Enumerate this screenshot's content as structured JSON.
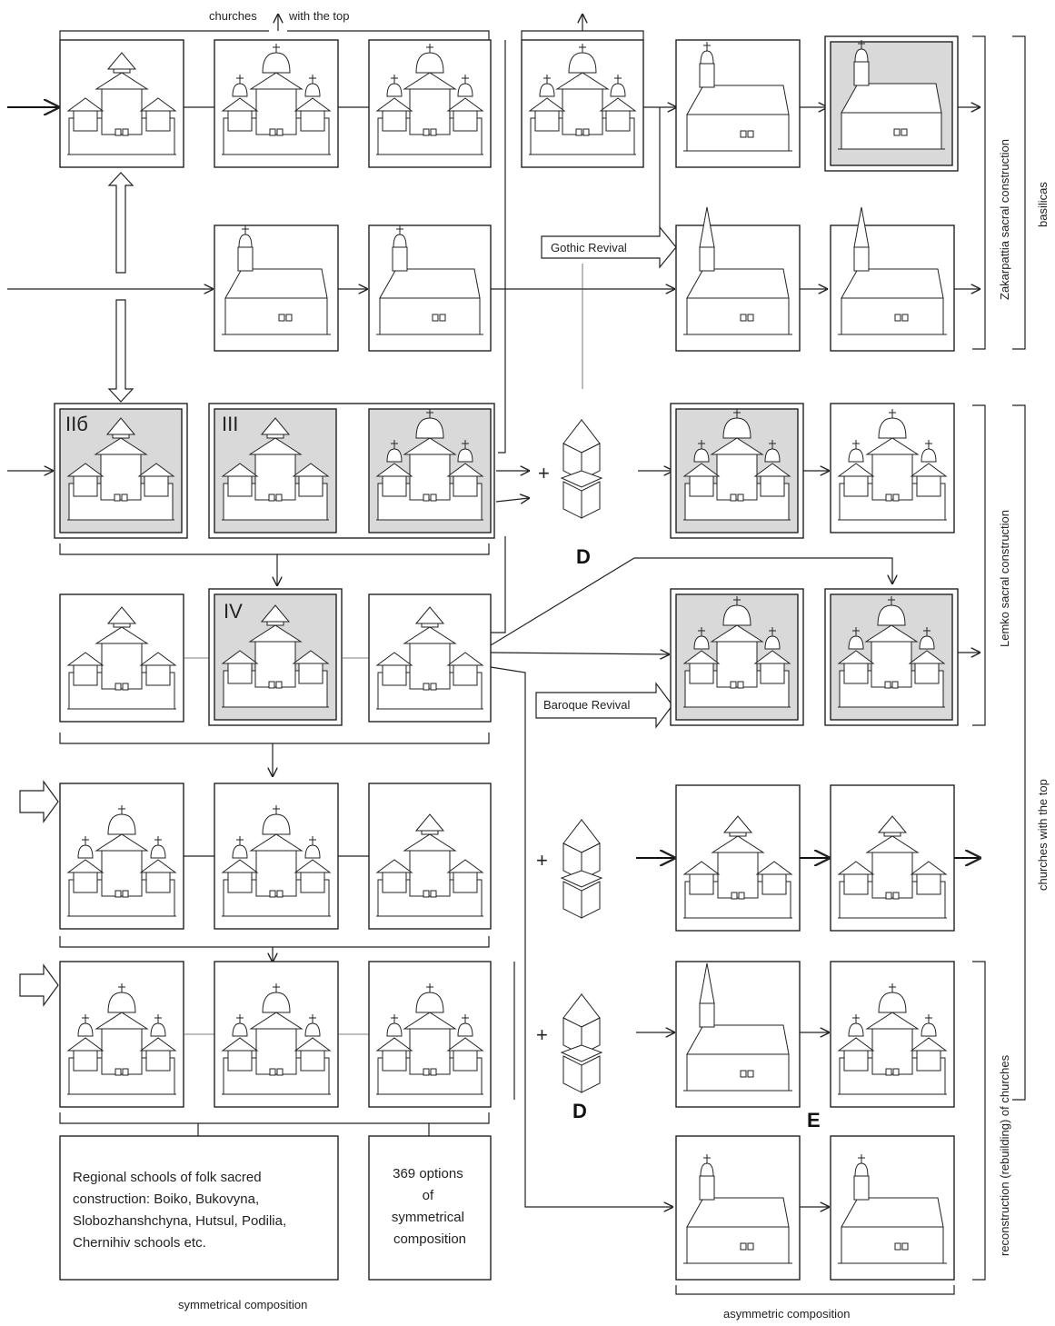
{
  "labels": {
    "top_churches_left": "churches",
    "top_churches_right": "with the top",
    "gothic_revival": "Gothic Revival",
    "baroque_revival": "Baroque Revival",
    "zakarpattia": "Zakarpattia sacral construction",
    "basilicas": "basilicas",
    "lemko": "Lemko sacral construction",
    "churches_with_top_right": "churches with the top",
    "reconstruction": "reconstruction (rebuilding) of churches",
    "symmetrical_composition": "symmetrical composition",
    "asymmetric_composition": "asymmetric composition",
    "group_IIb": "IIб",
    "group_III": "III",
    "group_IV": "IV",
    "letter_D_1": "D",
    "letter_D_2": "D",
    "letter_E": "E",
    "plus_1": "+",
    "plus_2": "+",
    "plus_3": "+"
  },
  "text_boxes": {
    "regional_schools": [
      "Regional schools of folk sacred",
      "construction: Boiko, Bukovyna,",
      "Slobozhanshchyna, Hutsul, Podilia,",
      "Chernihiv schools etc."
    ],
    "options": [
      "369 options",
      "of",
      "symmetrical",
      "composition"
    ]
  },
  "colors": {
    "line": "#222222",
    "shaded_panel": "#d9d9d9",
    "background": "#ffffff"
  }
}
